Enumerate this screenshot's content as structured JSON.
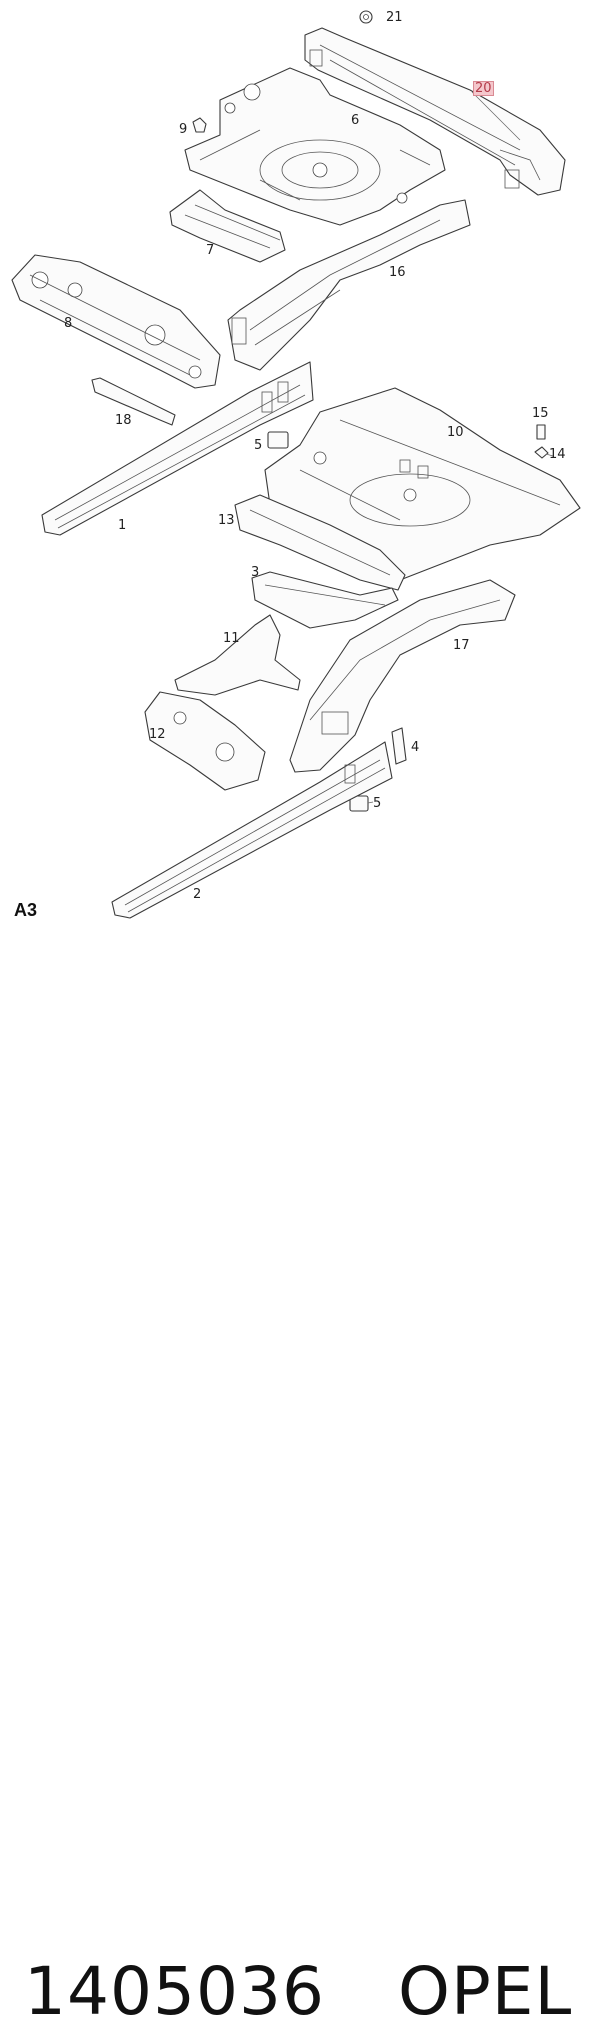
{
  "diagram": {
    "section_code": "A3",
    "callouts": [
      {
        "id": "21",
        "label": "21",
        "highlight": false
      },
      {
        "id": "20",
        "label": "20",
        "highlight": true
      },
      {
        "id": "9",
        "label": "9",
        "highlight": false
      },
      {
        "id": "6",
        "label": "6",
        "highlight": false
      },
      {
        "id": "7",
        "label": "7",
        "highlight": false
      },
      {
        "id": "16",
        "label": "16",
        "highlight": false
      },
      {
        "id": "8",
        "label": "8",
        "highlight": false
      },
      {
        "id": "18",
        "label": "18",
        "highlight": false
      },
      {
        "id": "5a",
        "label": "5",
        "highlight": false
      },
      {
        "id": "15",
        "label": "15",
        "highlight": false
      },
      {
        "id": "10",
        "label": "10",
        "highlight": false
      },
      {
        "id": "14",
        "label": "14",
        "highlight": false
      },
      {
        "id": "1",
        "label": "1",
        "highlight": false
      },
      {
        "id": "13",
        "label": "13",
        "highlight": false
      },
      {
        "id": "3",
        "label": "3",
        "highlight": false
      },
      {
        "id": "11",
        "label": "11",
        "highlight": false
      },
      {
        "id": "17",
        "label": "17",
        "highlight": false
      },
      {
        "id": "12",
        "label": "12",
        "highlight": false
      },
      {
        "id": "4",
        "label": "4",
        "highlight": false
      },
      {
        "id": "5b",
        "label": "5",
        "highlight": false
      },
      {
        "id": "2",
        "label": "2",
        "highlight": false
      }
    ]
  },
  "footer": {
    "part_number": "1405036",
    "brand": "OPEL"
  }
}
